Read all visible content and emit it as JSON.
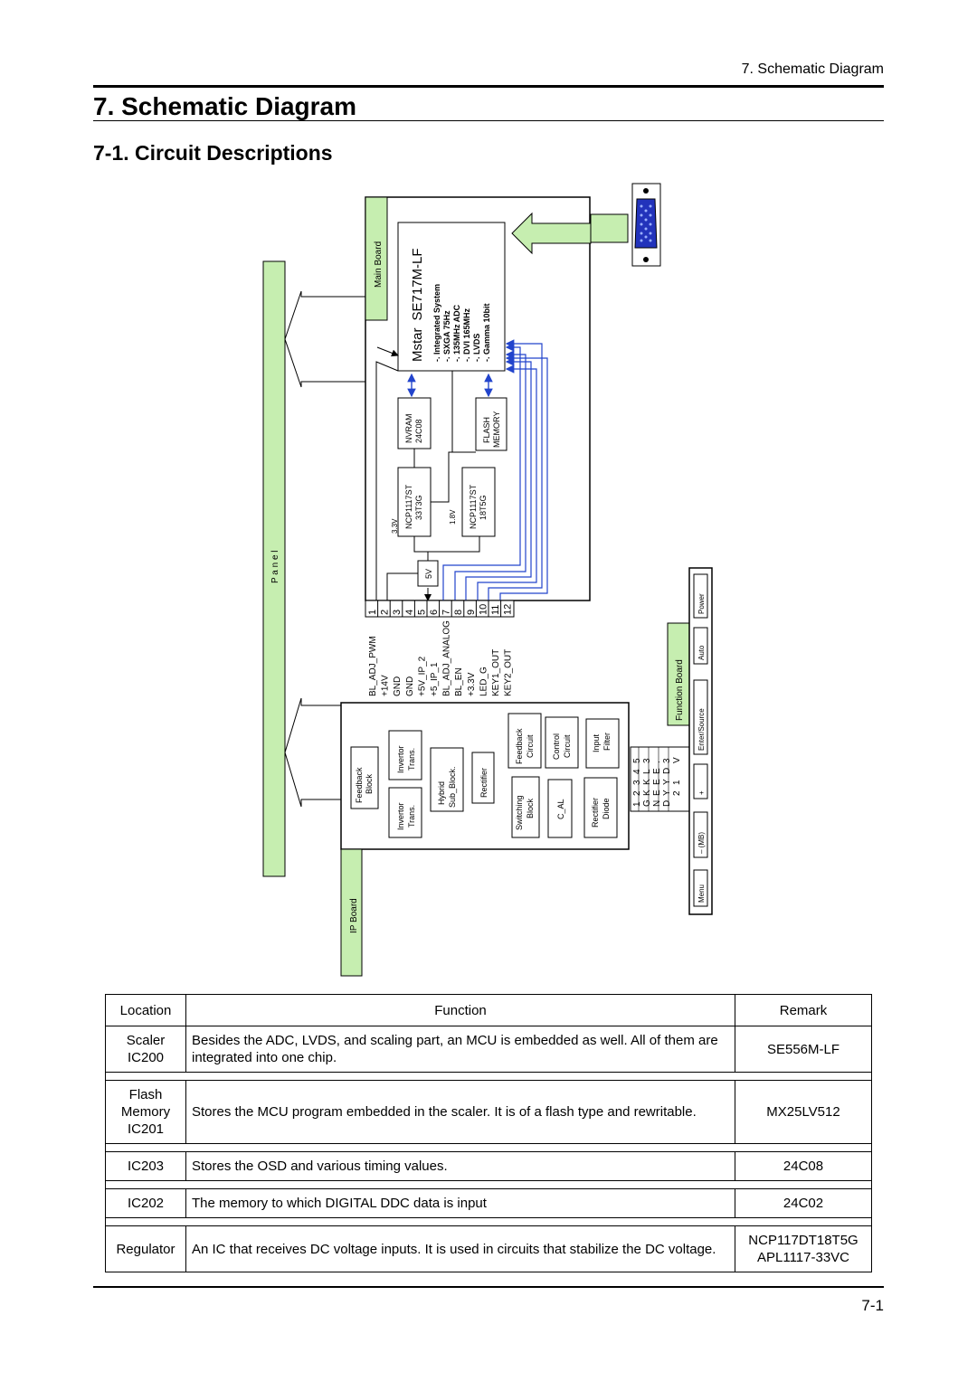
{
  "header": {
    "running_head": "7. Schematic Diagram",
    "chapter_title": "7. Schematic Diagram",
    "section_title": "7-1. Circuit Descriptions"
  },
  "diagram": {
    "panel_label": "P a n e l",
    "main_board_label": "Main Board",
    "ip_board_label": "IP Board",
    "function_board_label": "Function Board",
    "scaler": {
      "brand": "Mstar",
      "part": "SE717M-LF",
      "features": [
        "-. Integrated System",
        "-. SXGA 75Hz",
        "-. 135MHz ADC",
        "-. DVI 165MHz",
        "-. LVDS",
        "-. Gamma 10bit"
      ]
    },
    "nvram": [
      "NVRAM",
      "24C08"
    ],
    "flash": [
      "FLASH",
      "MEMORY"
    ],
    "reg1": [
      "NCP1117ST",
      "33T3G"
    ],
    "reg1_voltage": "3.3V",
    "reg2": [
      "NCP1117ST",
      "18T5G"
    ],
    "reg2_voltage": "1.8V",
    "reg_5v": "5V",
    "connector_pins": [
      {
        "num": "1",
        "name": "BL_ADJ_PWM"
      },
      {
        "num": "2",
        "name": "+14V"
      },
      {
        "num": "3",
        "name": "GND"
      },
      {
        "num": "4",
        "name": "GND"
      },
      {
        "num": "5",
        "name": "+5V_IP_2"
      },
      {
        "num": "6",
        "name": "+5_IP_1"
      },
      {
        "num": "7",
        "name": "BL_ADJ_ANALOG"
      },
      {
        "num": "8",
        "name": "BL_EN"
      },
      {
        "num": "9",
        "name": "+3.3V"
      },
      {
        "num": "10",
        "name": "LED_G"
      },
      {
        "num": "11",
        "name": "KEY1_OUT"
      },
      {
        "num": "12",
        "name": "KEY2_OUT"
      }
    ],
    "ip_blocks": {
      "feedback_block": [
        "Feedback",
        "Block"
      ],
      "invertor_trans_top": [
        "Invertor",
        "Trans."
      ],
      "invertor_trans_bottom": [
        "Invertor",
        "Trans."
      ],
      "hybrid": [
        "Hybrid",
        "Sub_Block."
      ],
      "rectifier": "Rectifier",
      "feedback_circuit": [
        "Feedback",
        "Circuit"
      ],
      "control_circuit": [
        "Control",
        "Circuit"
      ],
      "input_filter": [
        "Input",
        "Filter"
      ],
      "switching_block": [
        "Switching",
        "Block"
      ],
      "c_al": "C_AL",
      "rectifier_diode": [
        "Rectifier",
        "Diode"
      ]
    },
    "func_connector_rows": [
      [
        "1",
        "2",
        "3",
        "4",
        "5"
      ],
      [
        "G",
        "K",
        "K",
        "L",
        "3"
      ],
      [
        "N",
        "E",
        "E",
        "E",
        "."
      ],
      [
        "D",
        "Y",
        "Y",
        "D",
        "3"
      ],
      [
        "",
        "2",
        "1",
        "",
        "V"
      ]
    ],
    "function_buttons": [
      "Power",
      "Auto",
      "Enter/Source",
      "+",
      "– (MB)",
      "Menu"
    ]
  },
  "table": {
    "headers": {
      "location": "Location",
      "function": "Function",
      "remark": "Remark"
    },
    "rows": [
      {
        "location": "Scaler\nIC200",
        "function": "Besides the ADC, LVDS, and scaling part, an MCU is embedded as well. All of them are integrated into one chip.",
        "remark": "SE556M-LF"
      },
      {
        "location": "Flash\nMemory\nIC201",
        "function": "Stores the MCU program embedded in the scaler. It is of a flash type and rewritable.",
        "remark": "MX25LV512"
      },
      {
        "location": "IC203",
        "function": "Stores the OSD and various timing values.",
        "remark": "24C08"
      },
      {
        "location": "IC202",
        "function": "The memory to which DIGITAL DDC data is input",
        "remark": "24C02"
      },
      {
        "location": "Regulator",
        "function": "An IC that receives DC voltage inputs. It is used in circuits that stabilize the DC voltage.",
        "remark": "NCP117DT18T5G\nAPL1117-33VC"
      }
    ]
  },
  "footer": {
    "page_number": "7-1"
  }
}
